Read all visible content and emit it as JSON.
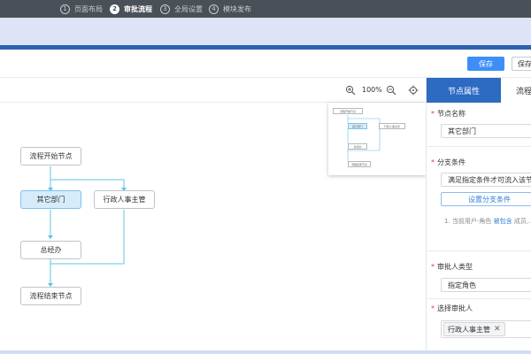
{
  "steps": [
    {
      "num": "1",
      "label": "页面布局"
    },
    {
      "num": "2",
      "label": "审批流程"
    },
    {
      "num": "3",
      "label": "全局设置"
    },
    {
      "num": "4",
      "label": "模块发布"
    }
  ],
  "actions": {
    "save": "保存",
    "save_secondary": "保存"
  },
  "toolbar": {
    "zoom": "100%"
  },
  "flow": {
    "start": "流程开始节点",
    "dept": "其它部门",
    "hr": "行政人事主管",
    "gm": "总经办",
    "end": "流程结束节点"
  },
  "minimap": {
    "start": "流程开始节点",
    "dept": "其它部门",
    "hr": "行政人事主管",
    "gm": "总经办",
    "end": "流程结束节点"
  },
  "panel": {
    "tab_active": "节点属性",
    "tab_other": "流程",
    "name_label": "节点名称",
    "name_value": "其它部门",
    "branch_label": "分支条件",
    "branch_value": "满足指定条件才可流入该节点",
    "branch_button": "设置分支条件",
    "hint_prefix": "1. 当前用户-角色",
    "hint_em": "被包含",
    "hint_suffix": "成员,...",
    "approver_type_label": "审批人类型",
    "approver_type_value": "指定角色",
    "approver_label": "选择审批人",
    "approver_tag": "行政人事主管"
  },
  "colors": {
    "header_bg": "#4a5057",
    "lavender": "#dfe3f8",
    "brand_blue": "#2b61b1",
    "primary": "#3d8ef7",
    "selected_node": "#d7ecfa",
    "connector": "#5bc4e6",
    "required": "#e0442f"
  }
}
